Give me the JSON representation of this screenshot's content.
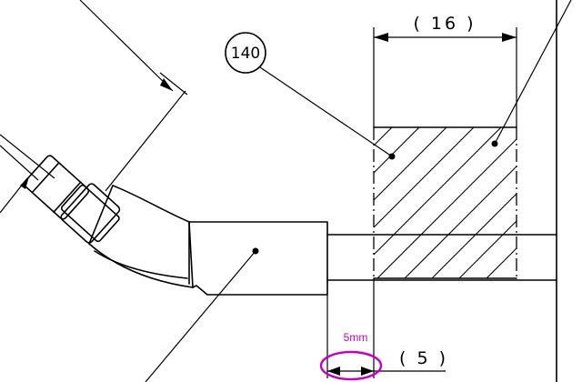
{
  "balloon": {
    "label": "140"
  },
  "dimensions": {
    "top_width": "( 16 )",
    "bottom_gap": "( 5 )"
  },
  "markup": {
    "label": "5mm",
    "color": "#c200c2"
  }
}
